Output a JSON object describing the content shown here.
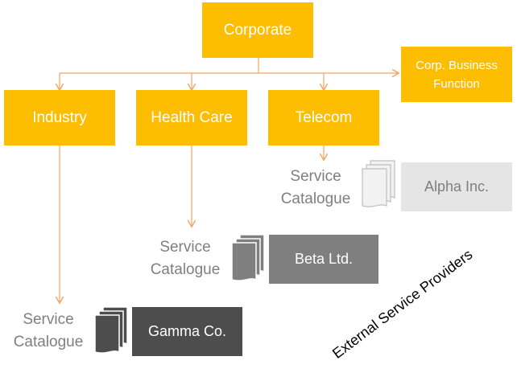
{
  "corporate": "Corporate",
  "corp_function": "Corp. Business Function",
  "divisions": [
    "Industry",
    "Health Care",
    "Telecom"
  ],
  "catalogue_label": "Service Catalogue",
  "providers": [
    {
      "name": "Alpha Inc.",
      "color": "#e5e5e5",
      "text_color": "#7f7f7f"
    },
    {
      "name": "Beta Ltd.",
      "color": "#7f7f7f",
      "text_color": "#ffffff"
    },
    {
      "name": "Gamma Co.",
      "color": "#4d4d4d",
      "text_color": "#ffffff"
    }
  ],
  "external_label": "External Service Providers",
  "colors": {
    "accent": "#fdbd00",
    "connector": "#f4a460"
  }
}
